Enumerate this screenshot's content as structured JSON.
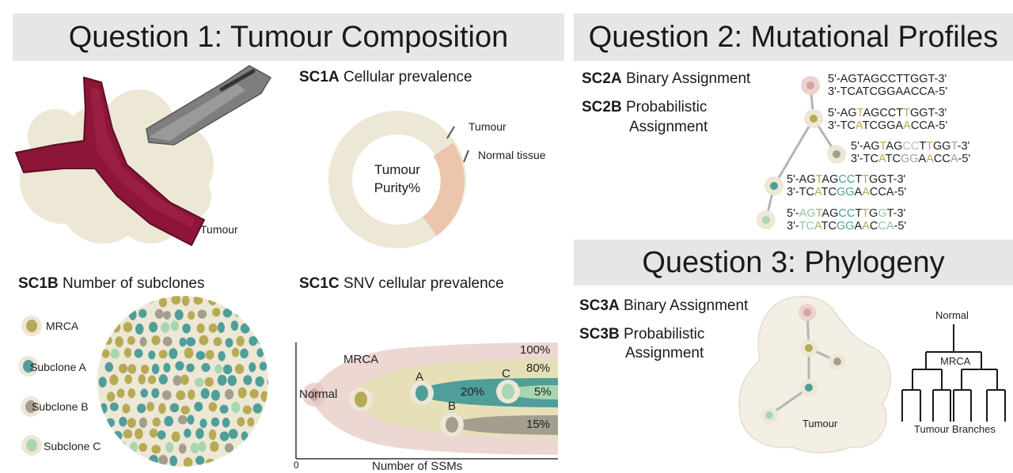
{
  "q1": {
    "title": "Question 1: Tumour Composition",
    "sc1a": {
      "code": "SC1A",
      "label": "Cellular prevalence",
      "tumour": "Tumour",
      "normal": "Normal tissue",
      "center_line1": "Tumour",
      "center_line2": "Purity%"
    },
    "tumour_label": "Tumour",
    "sc1b": {
      "code": "SC1B",
      "label": "Number of subclones",
      "legend": [
        "MRCA",
        "Subclone A",
        "Subclone B",
        "Subclone C"
      ]
    },
    "sc1c": {
      "code": "SC1C",
      "label": "SNV cellular prevalence",
      "labels": {
        "mrca": "MRCA",
        "normal": "Normal",
        "a": "A",
        "b": "B",
        "c": "C"
      },
      "percents": {
        "p100": "100%",
        "p80": "80%",
        "p20": "20%",
        "p5": "5%",
        "p15": "15%"
      },
      "axis_zero": "0",
      "xlabel": "Number of SSMs"
    }
  },
  "q2": {
    "title": "Question 2: Mutational Profiles",
    "sc2a": {
      "code": "SC2A",
      "label": "Binary Assignment"
    },
    "sc2b": {
      "code": "SC2B",
      "label1": "Probabilistic",
      "label2": "Assignment"
    }
  },
  "q3": {
    "title": "Question 3: Phylogeny",
    "sc3a": {
      "code": "SC3A",
      "label": "Binary Assignment"
    },
    "sc3b": {
      "code": "SC3B",
      "label1": "Probabilistic",
      "label2": "Assignment"
    },
    "tumour": "Tumour",
    "normal": "Normal",
    "mrca": "MRCA",
    "branches": "Tumour Branches"
  },
  "colors": {
    "banner": "#e6e6e6",
    "mrca": "#b7aa55",
    "subclone_a": "#4f9e9a",
    "subclone_b": "#a39e8e",
    "subclone_c": "#a8d6b0",
    "normal": "#e4c3bd",
    "vessel": "#8c1538",
    "tissue": "#ede7d6"
  }
}
